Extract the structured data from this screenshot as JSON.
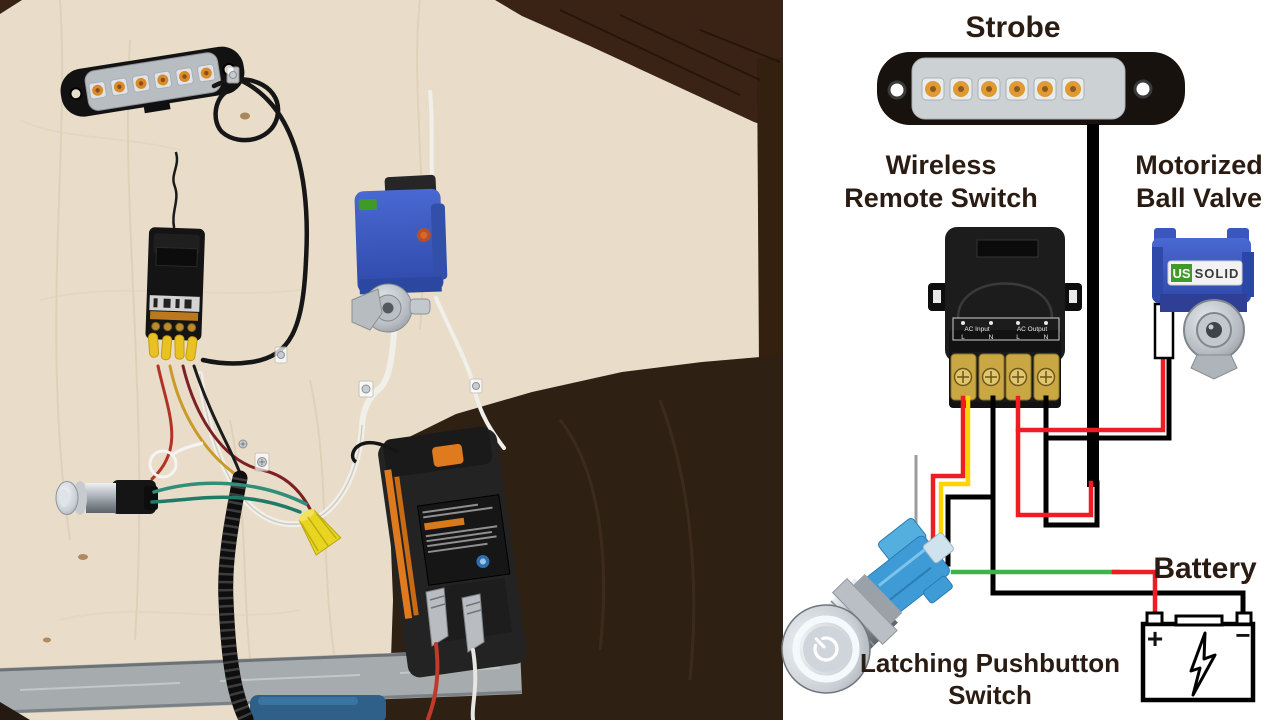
{
  "title": "Strobe / valve wiring build photo with schematic",
  "photo": {
    "items": [
      "strobe-light-bar",
      "wireless-receiver-module",
      "motorized-ball-valve",
      "latching-pushbutton",
      "battery-pack-with-clips",
      "corrugated-loom",
      "yellow-wire-nut"
    ]
  },
  "diagram": {
    "labels": {
      "strobe": "Strobe",
      "remote_line1": "Wireless",
      "remote_line2": "Remote Switch",
      "valve_line1": "Motorized",
      "valve_line2": "Ball Valve",
      "pushbutton_line1": "Latching Pushbutton",
      "pushbutton_line2": "Switch",
      "battery": "Battery"
    },
    "device_text": {
      "valve_brand_us": "US",
      "valve_brand_solid": "SOLID",
      "ac_input": "AC Input",
      "ac_output": "AC Output",
      "terminal_l": "L",
      "terminal_n": "N",
      "battery_plus": "+",
      "battery_minus": "−"
    },
    "wire_colors": {
      "red": "#ee1c23",
      "yellow": "#ffd400",
      "green": "#3cb44b",
      "black": "#000000",
      "antenna_gray": "#9c9c9c"
    },
    "label_color": "#2a1c13"
  }
}
